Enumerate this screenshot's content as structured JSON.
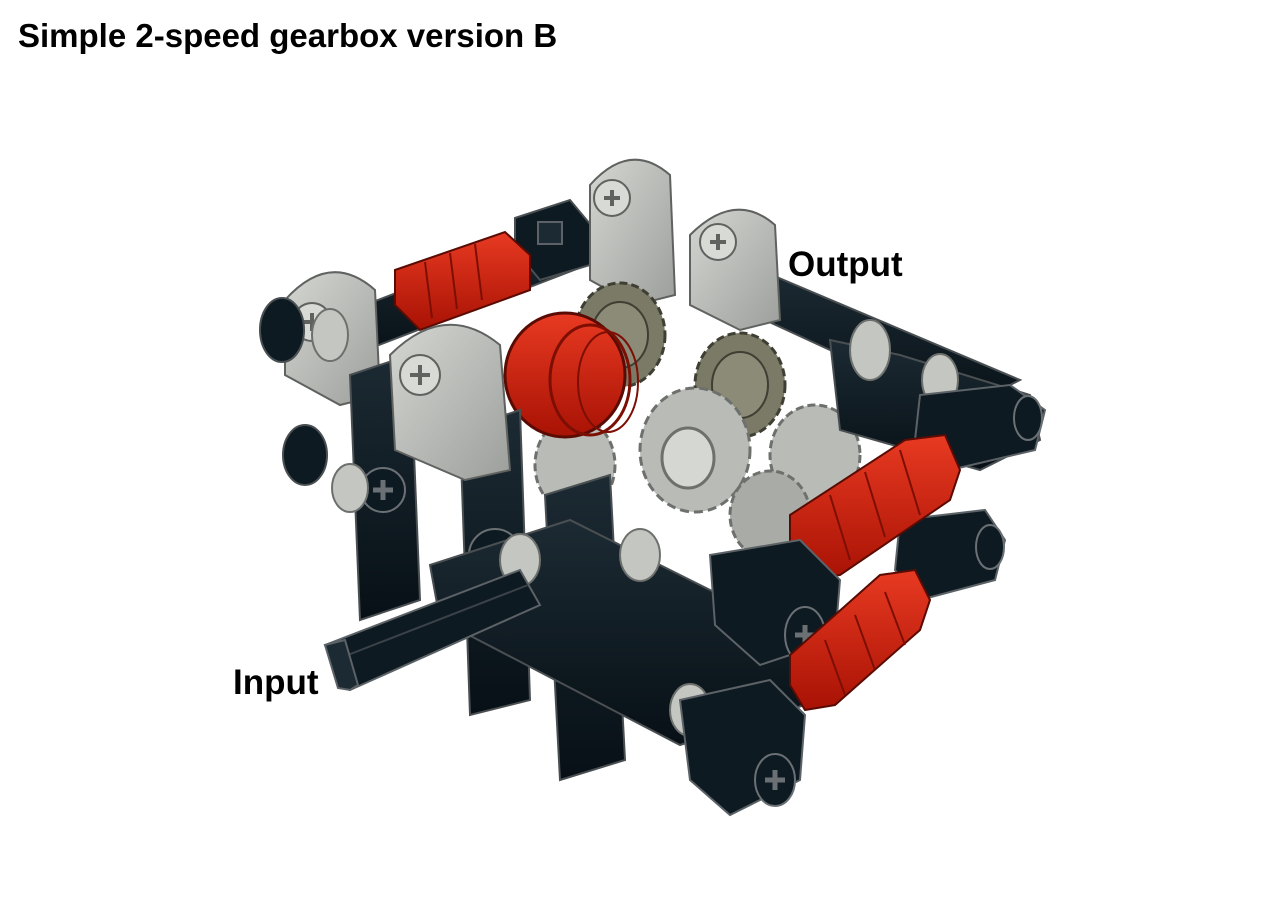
{
  "title": "Simple 2-speed gearbox version B",
  "labels": {
    "output": "Output",
    "input": "Input"
  },
  "colors": {
    "frame_black": "#0d1a22",
    "light_gray": "#b9bcb6",
    "dark_tan": "#7b7a67",
    "bush_red": "#d01e0b",
    "outline": "#4a4f52"
  }
}
